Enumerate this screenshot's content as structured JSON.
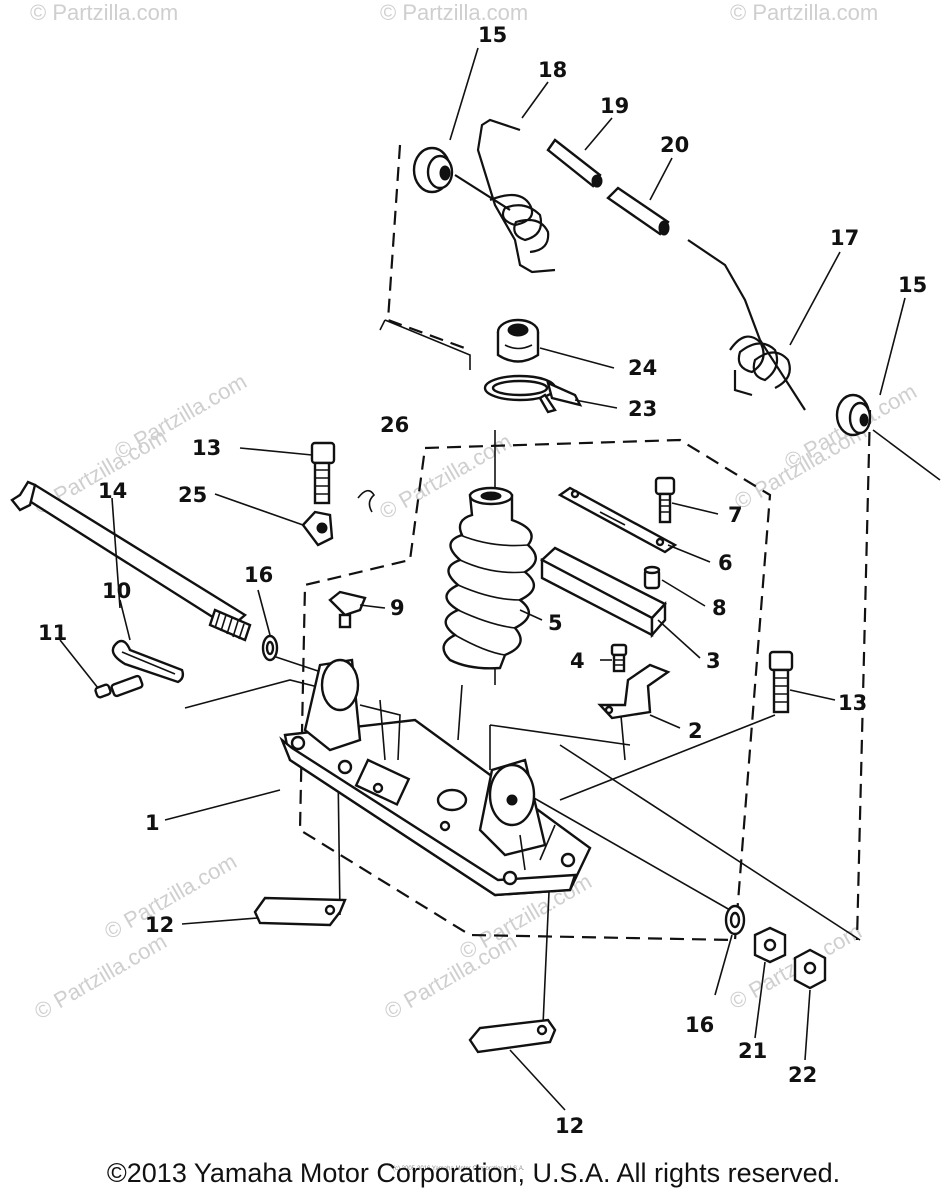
{
  "watermarks": [
    "© Partzilla.com",
    "© Partzilla.com",
    "© Partzilla.com",
    "© Partzilla.com",
    "© Partzilla.com",
    "© Partzilla.com",
    "© Partzilla.com",
    "© Partzilla.com",
    "© Partzilla.com",
    "© Partzilla.com",
    "© Partzilla.com",
    "© Partzilla.com",
    "© Partzilla.com"
  ],
  "small_notice": "(c) 2005-2016 Yamaha Motor Corporation, U.S.A.",
  "copyright": "©2013 Yamaha Motor Corporation, U.S.A. All rights reserved.",
  "callouts": {
    "c1": "1",
    "c2": "2",
    "c3": "3",
    "c4": "4",
    "c5": "5",
    "c6": "6",
    "c7": "7",
    "c8": "8",
    "c9": "9",
    "c10": "10",
    "c11": "11",
    "c12a": "12",
    "c12b": "12",
    "c13a": "13",
    "c13b": "13",
    "c14": "14",
    "c15a": "15",
    "c15b": "15",
    "c16a": "16",
    "c16b": "16",
    "c17": "17",
    "c18": "18",
    "c19": "19",
    "c20": "20",
    "c21": "21",
    "c22": "22",
    "c23": "23",
    "c24": "24",
    "c25": "25",
    "c26": "26"
  }
}
